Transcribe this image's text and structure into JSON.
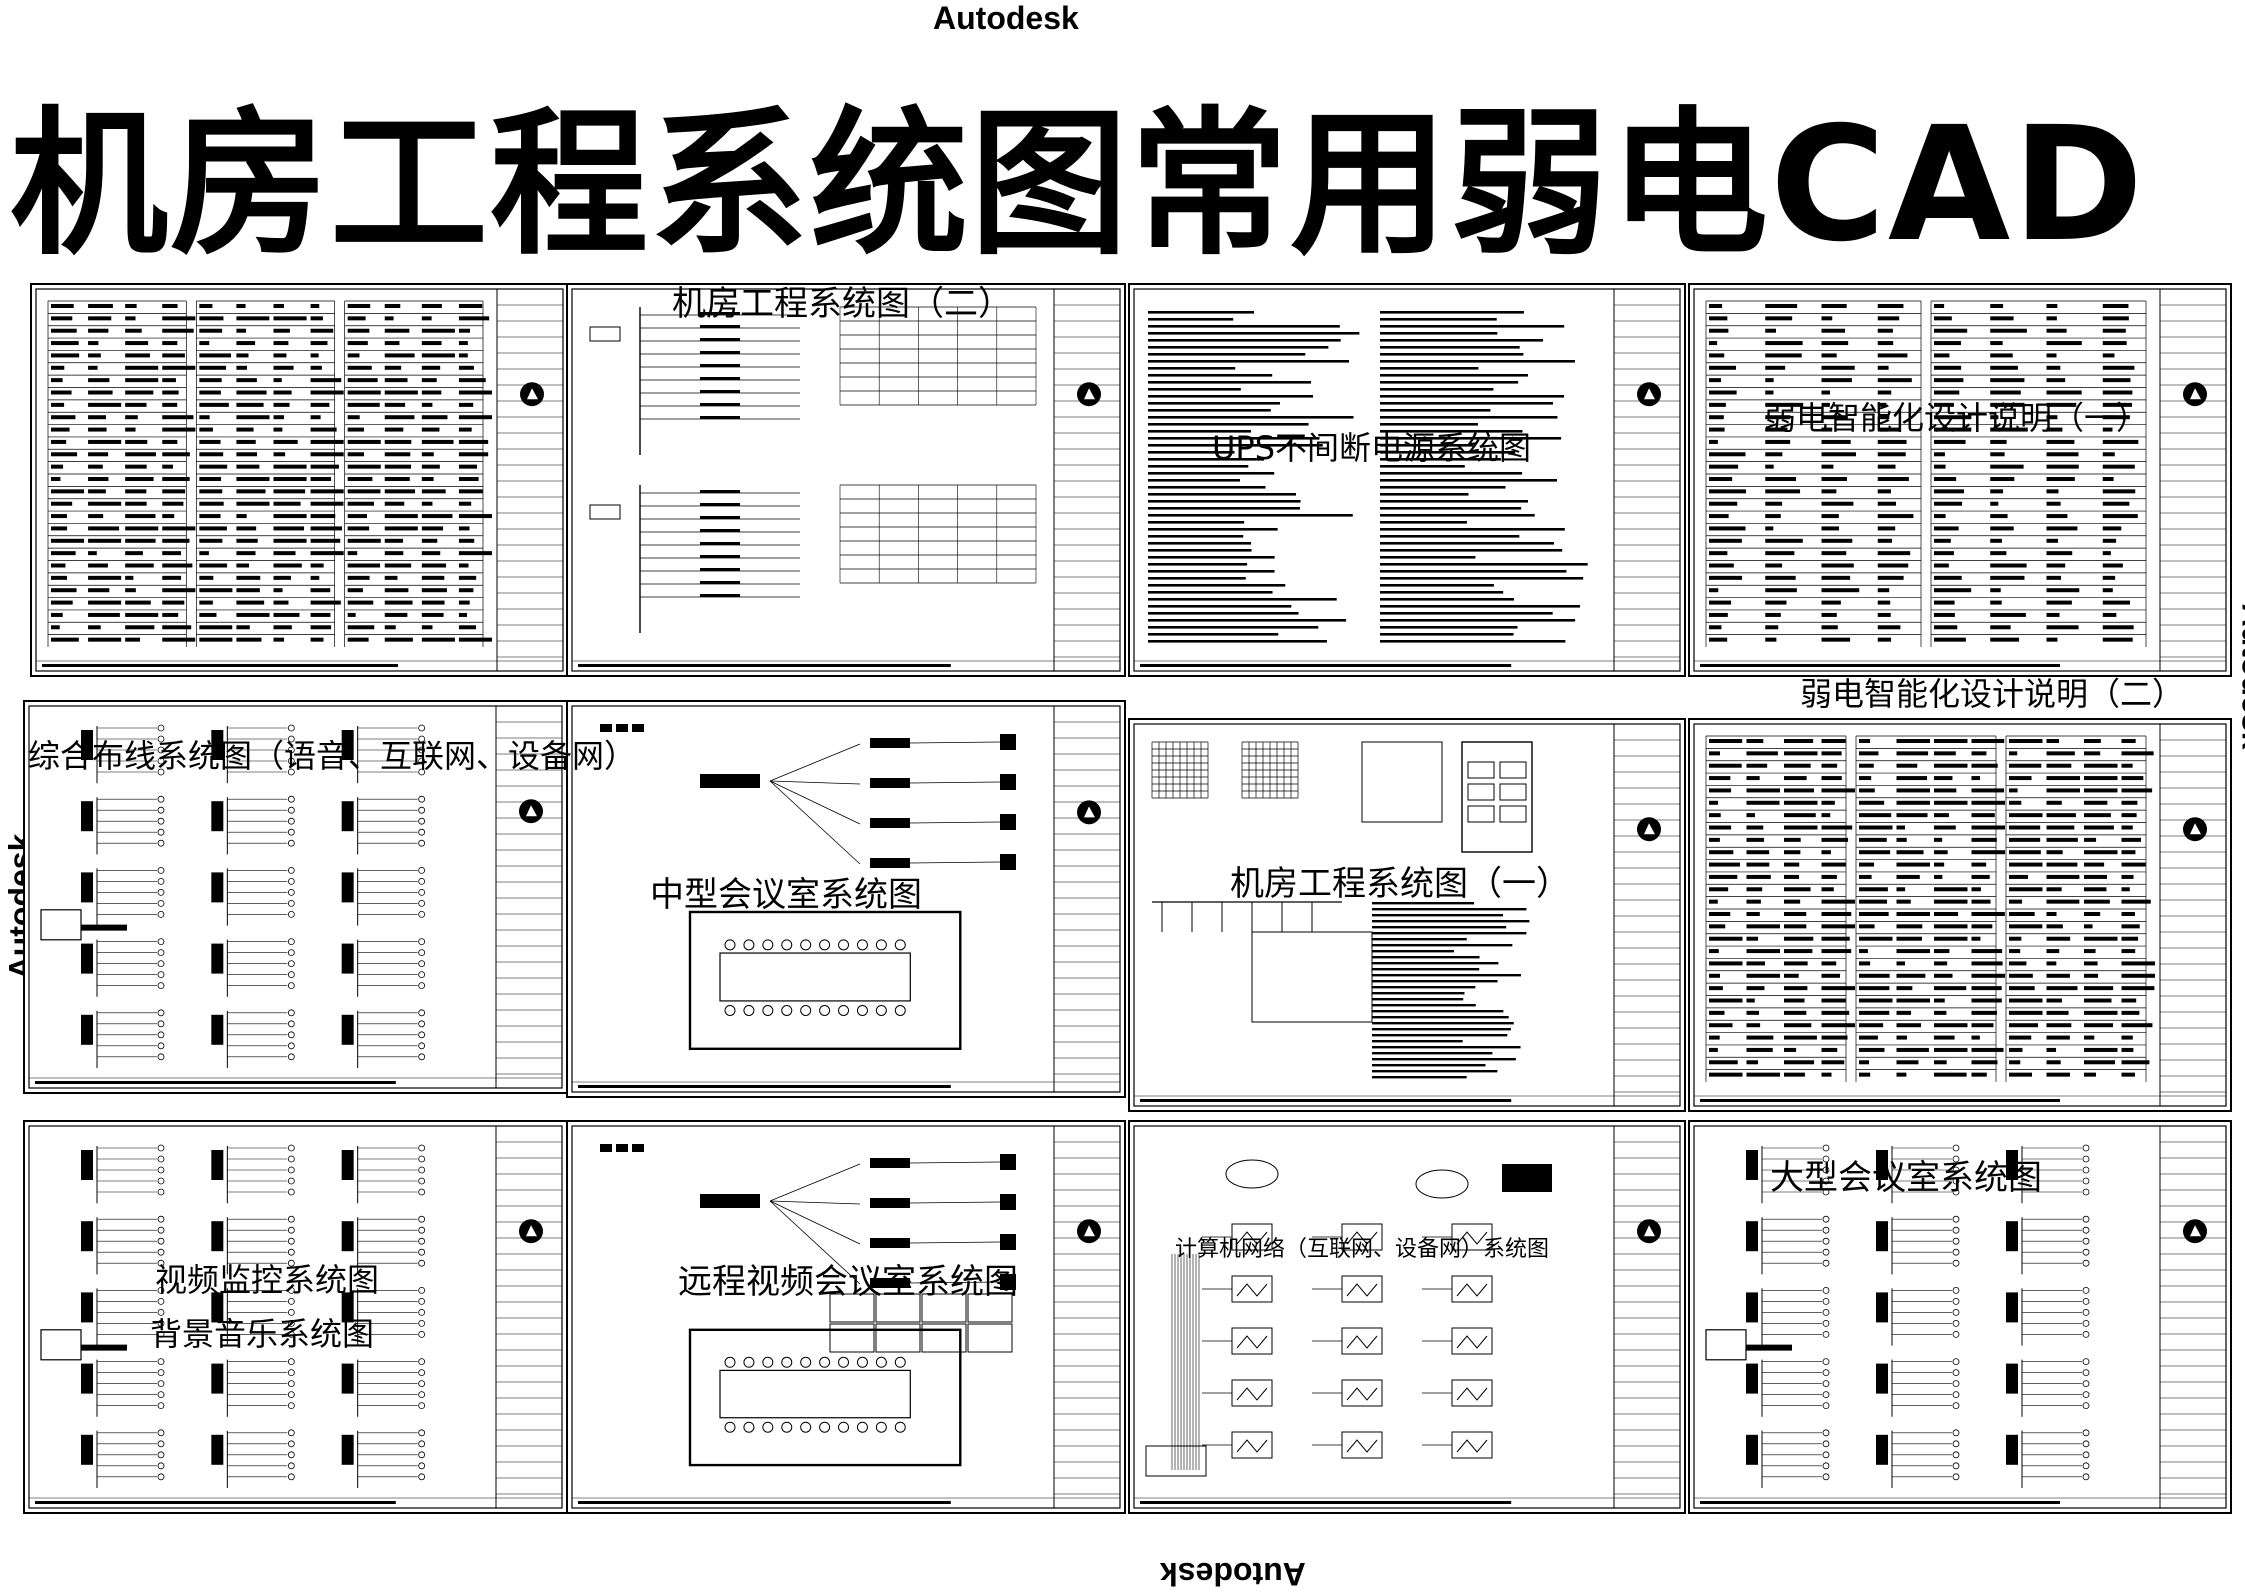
{
  "watermark": "Autodesk",
  "title": "机房工程系统图常用弱电CAD",
  "sheets": [
    {
      "label": "机房工程系统图（二）"
    },
    {
      "label": "UPS不间断电源系统图"
    },
    {
      "label": "弱电智能化设计说明（一）"
    },
    {
      "label": "弱电智能化设计说明（二）"
    },
    {
      "label": "综合布线系统图（语音、互联网、设备网）"
    },
    {
      "label": "中型会议室系统图"
    },
    {
      "label": "机房工程系统图（一）"
    },
    {
      "label": "视频监控系统图"
    },
    {
      "label": "背景音乐系统图"
    },
    {
      "label": "远程视频会议室系统图"
    },
    {
      "label": "计算机网络（互联网、设备网）系统图"
    },
    {
      "label": "大型会议室系统图"
    }
  ],
  "colors": {
    "ink": "#000000",
    "paper": "#ffffff"
  }
}
